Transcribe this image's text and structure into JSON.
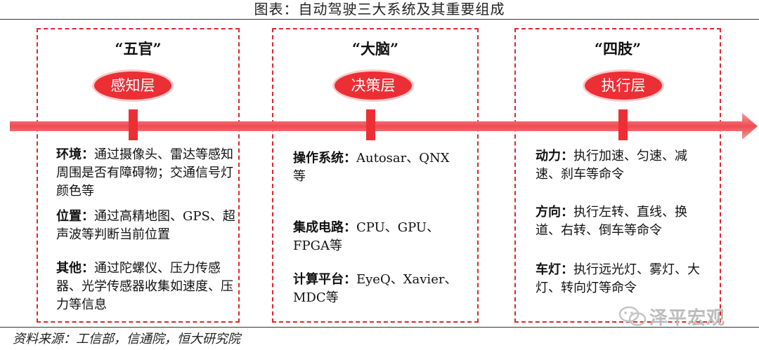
{
  "title": "图表：自动驾驶三大系统及其重要组成",
  "columns": [
    {
      "heading": "“五官”",
      "layer": "感知层",
      "items": [
        {
          "label": "环境：",
          "text": "通过摄像头、雷达等感知周围是否有障碍物；交通信号灯颜色等"
        },
        {
          "label": "位置：",
          "text": "通过高精地图、GPS、超声波等判断当前位置"
        },
        {
          "label": "其他：",
          "text": "通过陀螺仪、压力传感器、光学传感器收集如速度、压力等信息"
        }
      ]
    },
    {
      "heading": "“大脑”",
      "layer": "决策层",
      "items": [
        {
          "label": "操作系统：",
          "text": "Autosar、QNX等"
        },
        {
          "label": "集成电路：",
          "text": "CPU、GPU、FPGA等"
        },
        {
          "label": "计算平台：",
          "text": "EyeQ、Xavier、MDC等"
        }
      ]
    },
    {
      "heading": "“四肢”",
      "layer": "执行层",
      "items": [
        {
          "label": "动力：",
          "text": "执行加速、匀速、减速、刹车等命令"
        },
        {
          "label": "方向：",
          "text": "执行左转、直线、换道、右转、倒车等命令"
        },
        {
          "label": "车灯：",
          "text": "执行远光灯、雾灯、大灯、转向灯等命令"
        }
      ]
    }
  ],
  "source": "资料来源：工信部，信通院，恒大研究院",
  "watermark": "泽平宏观",
  "colors": {
    "accent": "#ec2f35",
    "arrow": "#f26b6f",
    "border": "#e0262b"
  }
}
